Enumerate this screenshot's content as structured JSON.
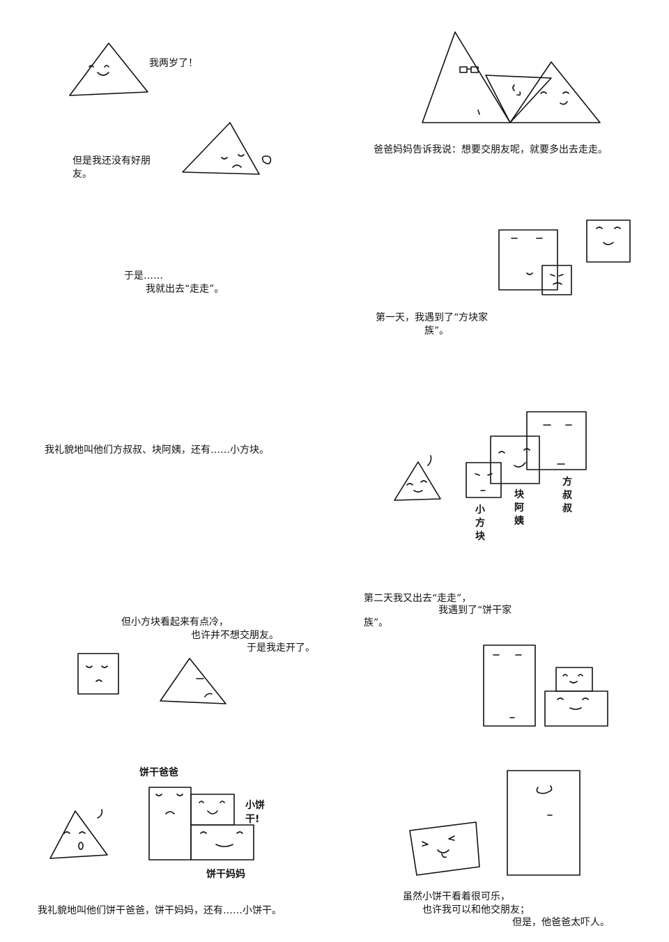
{
  "panel1": {
    "speech": "我两岁了！"
  },
  "panel2": {
    "caption": "但是我还没有好朋友。"
  },
  "panel3": {
    "caption": "爸爸妈妈告诉我说：想要交朋友呢，就要多出去走走。"
  },
  "panel4": {
    "line1": "于是……",
    "line2": "我就出去“走走”。"
  },
  "panel5": {
    "line1": "第一天，我遇到了“方块家",
    "line2": "族”。"
  },
  "panel6": {
    "caption": "我礼貌地叫他们方叔叔、块阿姨，还有……小方块。"
  },
  "panel7": {
    "label_small": "小方块",
    "label_aunt": "块阿姨",
    "label_uncle": "方叔叔"
  },
  "panel8": {
    "line1": "第二天我又出去“走走”，",
    "line2": "我遇到了“饼干家",
    "line3": "族”。"
  },
  "panel9": {
    "line1": "但小方块看起来有点冷，",
    "line2": "也许并不想交朋友。",
    "line3": "于是我走开了。"
  },
  "panel10": {
    "label_dad": "饼干爸爸",
    "label_small": "小饼干!",
    "label_mom": "饼干妈妈"
  },
  "panel11": {
    "caption": "我礼貌地叫他们饼干爸爸，饼干妈妈，还有……小饼干。"
  },
  "panel12": {
    "line1": "虽然小饼干看着很可乐，",
    "line2": "也许我可以和他交朋友；",
    "line3": "但是，他爸爸太吓人。"
  }
}
